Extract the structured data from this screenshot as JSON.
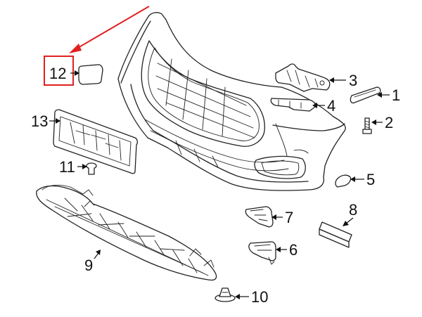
{
  "highlight_color": "#e02020",
  "highlighted_callout": "12",
  "callouts": [
    {
      "id": "c1",
      "label": "1"
    },
    {
      "id": "c2",
      "label": "2"
    },
    {
      "id": "c3",
      "label": "3"
    },
    {
      "id": "c4",
      "label": "4"
    },
    {
      "id": "c5",
      "label": "5"
    },
    {
      "id": "c6",
      "label": "6"
    },
    {
      "id": "c7",
      "label": "7"
    },
    {
      "id": "c8",
      "label": "8"
    },
    {
      "id": "c9",
      "label": "9"
    },
    {
      "id": "c10",
      "label": "10"
    },
    {
      "id": "c11",
      "label": "11"
    },
    {
      "id": "c12",
      "label": "12"
    },
    {
      "id": "c13",
      "label": "13"
    }
  ]
}
